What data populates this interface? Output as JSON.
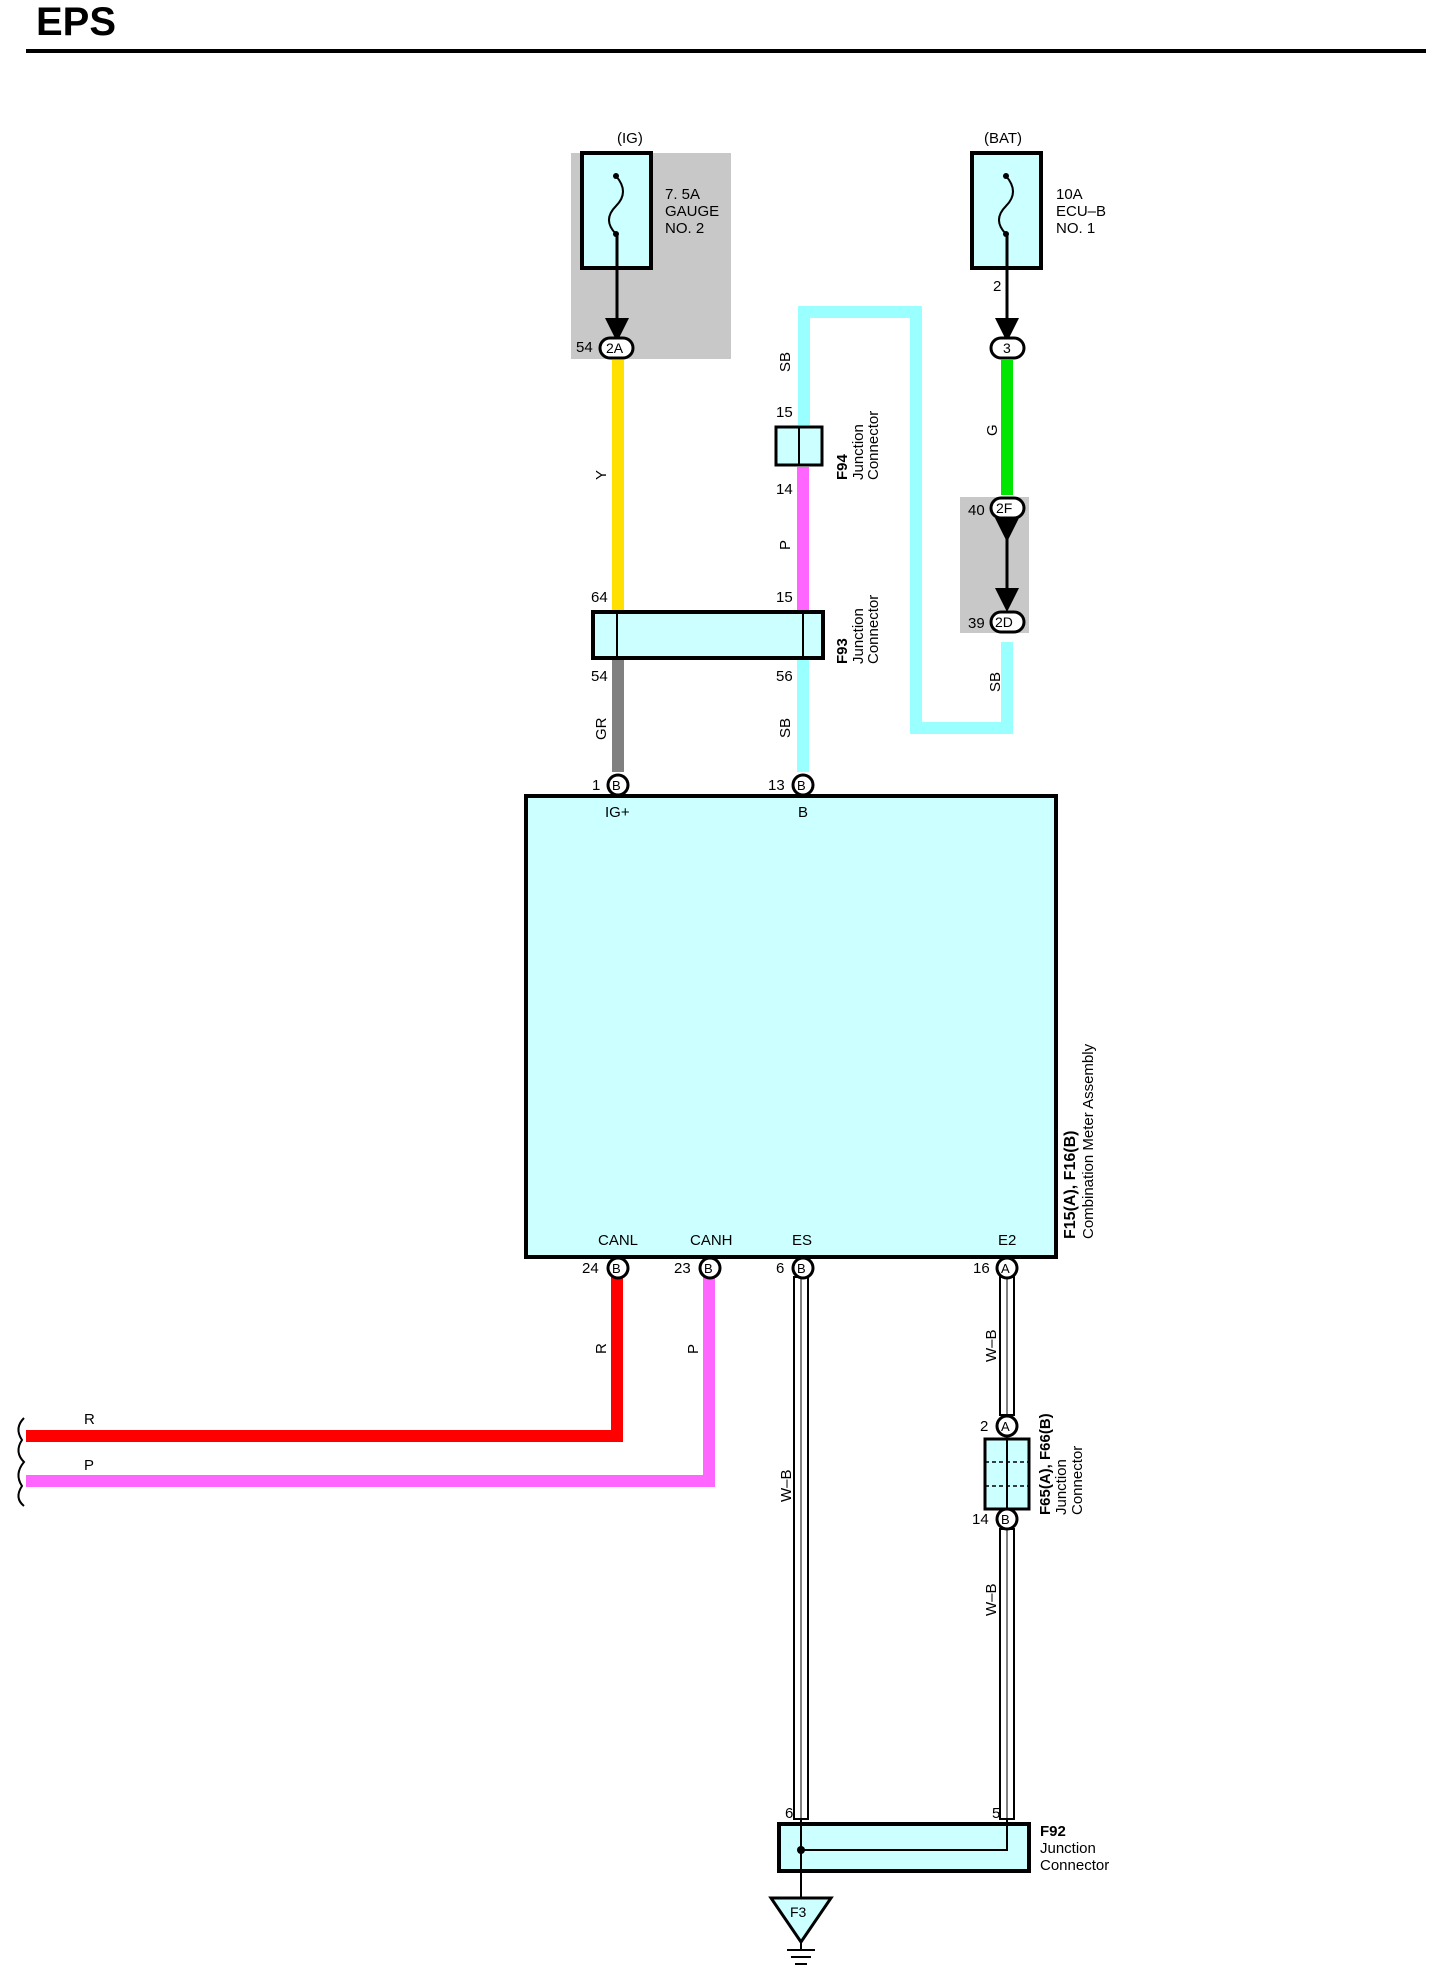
{
  "page": {
    "title": "EPS"
  },
  "colors": {
    "Y": "#ffe000",
    "GR": "#808080",
    "SB": "#99ffff",
    "P": "#ff66ff",
    "G": "#00e600",
    "R": "#ff0000",
    "W-B": "#ffffff",
    "component_fill": "#ccffff",
    "relay_box": "#c8c8c8"
  },
  "fuses": {
    "ig": {
      "source": "(IG)",
      "line1": "7. 5A",
      "line2": "GAUGE",
      "line3": "NO. 2",
      "in_pin": "54",
      "conn": "2A"
    },
    "bat": {
      "source": "(BAT)",
      "line1": "10A",
      "line2": "ECU–B",
      "line3": "NO. 1",
      "out_pin": "2",
      "conn": "3"
    }
  },
  "wires": {
    "y": "Y",
    "gr": "GR",
    "sb_top": "SB",
    "p_mid": "P",
    "sb_lower": "SB",
    "g": "G",
    "sb_right": "SB",
    "r": "R",
    "p": "P",
    "wb_es": "W–B",
    "wb_e2a": "W–B",
    "wb_e2b": "W–B",
    "r_left": "R",
    "p_left": "P"
  },
  "connectors": {
    "f94": {
      "code": "F94",
      "line1": "Junction",
      "line2": "Connector",
      "pin_top": "15",
      "pin_bottom": "14"
    },
    "f93": {
      "code": "F93",
      "line1": "Junction",
      "line2": "Connector",
      "pin_tl": "64",
      "pin_tr": "15",
      "pin_bl": "54",
      "pin_br": "56"
    },
    "f2": {
      "pin_top": "40",
      "conn_top": "2F",
      "pin_bottom": "39",
      "conn_bottom": "2D"
    },
    "f65": {
      "code": "F65(A), F66(B)",
      "line1": "Junction",
      "line2": "Connector",
      "pin_top": "2",
      "letter_top": "A",
      "pin_bottom": "14",
      "letter_bottom": "B"
    },
    "f92": {
      "code": "F92",
      "line1": "Junction",
      "line2": "Connector",
      "pin_left": "6",
      "pin_right": "5"
    },
    "ground": "F3"
  },
  "meter": {
    "code": "F15(A), F16(B)",
    "name": "Combination Meter Assembly",
    "pins": {
      "ig": {
        "num": "1",
        "letter": "B",
        "label": "IG+"
      },
      "b": {
        "num": "13",
        "letter": "B",
        "label": "B"
      },
      "canl": {
        "num": "24",
        "letter": "B",
        "label": "CANL"
      },
      "canh": {
        "num": "23",
        "letter": "B",
        "label": "CANH"
      },
      "es": {
        "num": "6",
        "letter": "B",
        "label": "ES"
      },
      "e2": {
        "num": "16",
        "letter": "A",
        "label": "E2"
      }
    }
  }
}
